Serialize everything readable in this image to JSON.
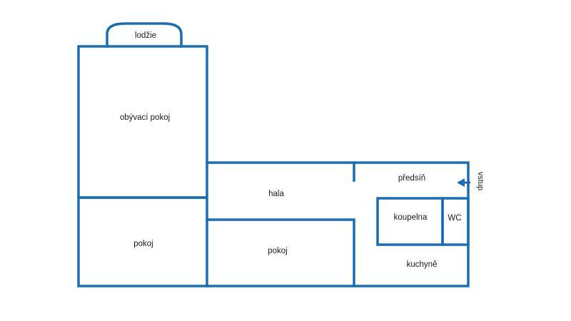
{
  "floor_plan": {
    "colors": {
      "wall": "#1b6db3",
      "text": "#1a1a1a",
      "background": "#ffffff"
    },
    "rooms": {
      "lodzie": "lodžie",
      "obyvaci_pokoj": "obývací pokoj",
      "pokoj_left": "pokoj",
      "hala": "hala",
      "pokoj_center": "pokoj",
      "predsin": "předsíň",
      "koupelna": "koupelna",
      "wc": "WC",
      "kuchyne": "kuchyně"
    },
    "entrance": {
      "label": "vstup",
      "icon": "arrow-left-icon"
    }
  }
}
